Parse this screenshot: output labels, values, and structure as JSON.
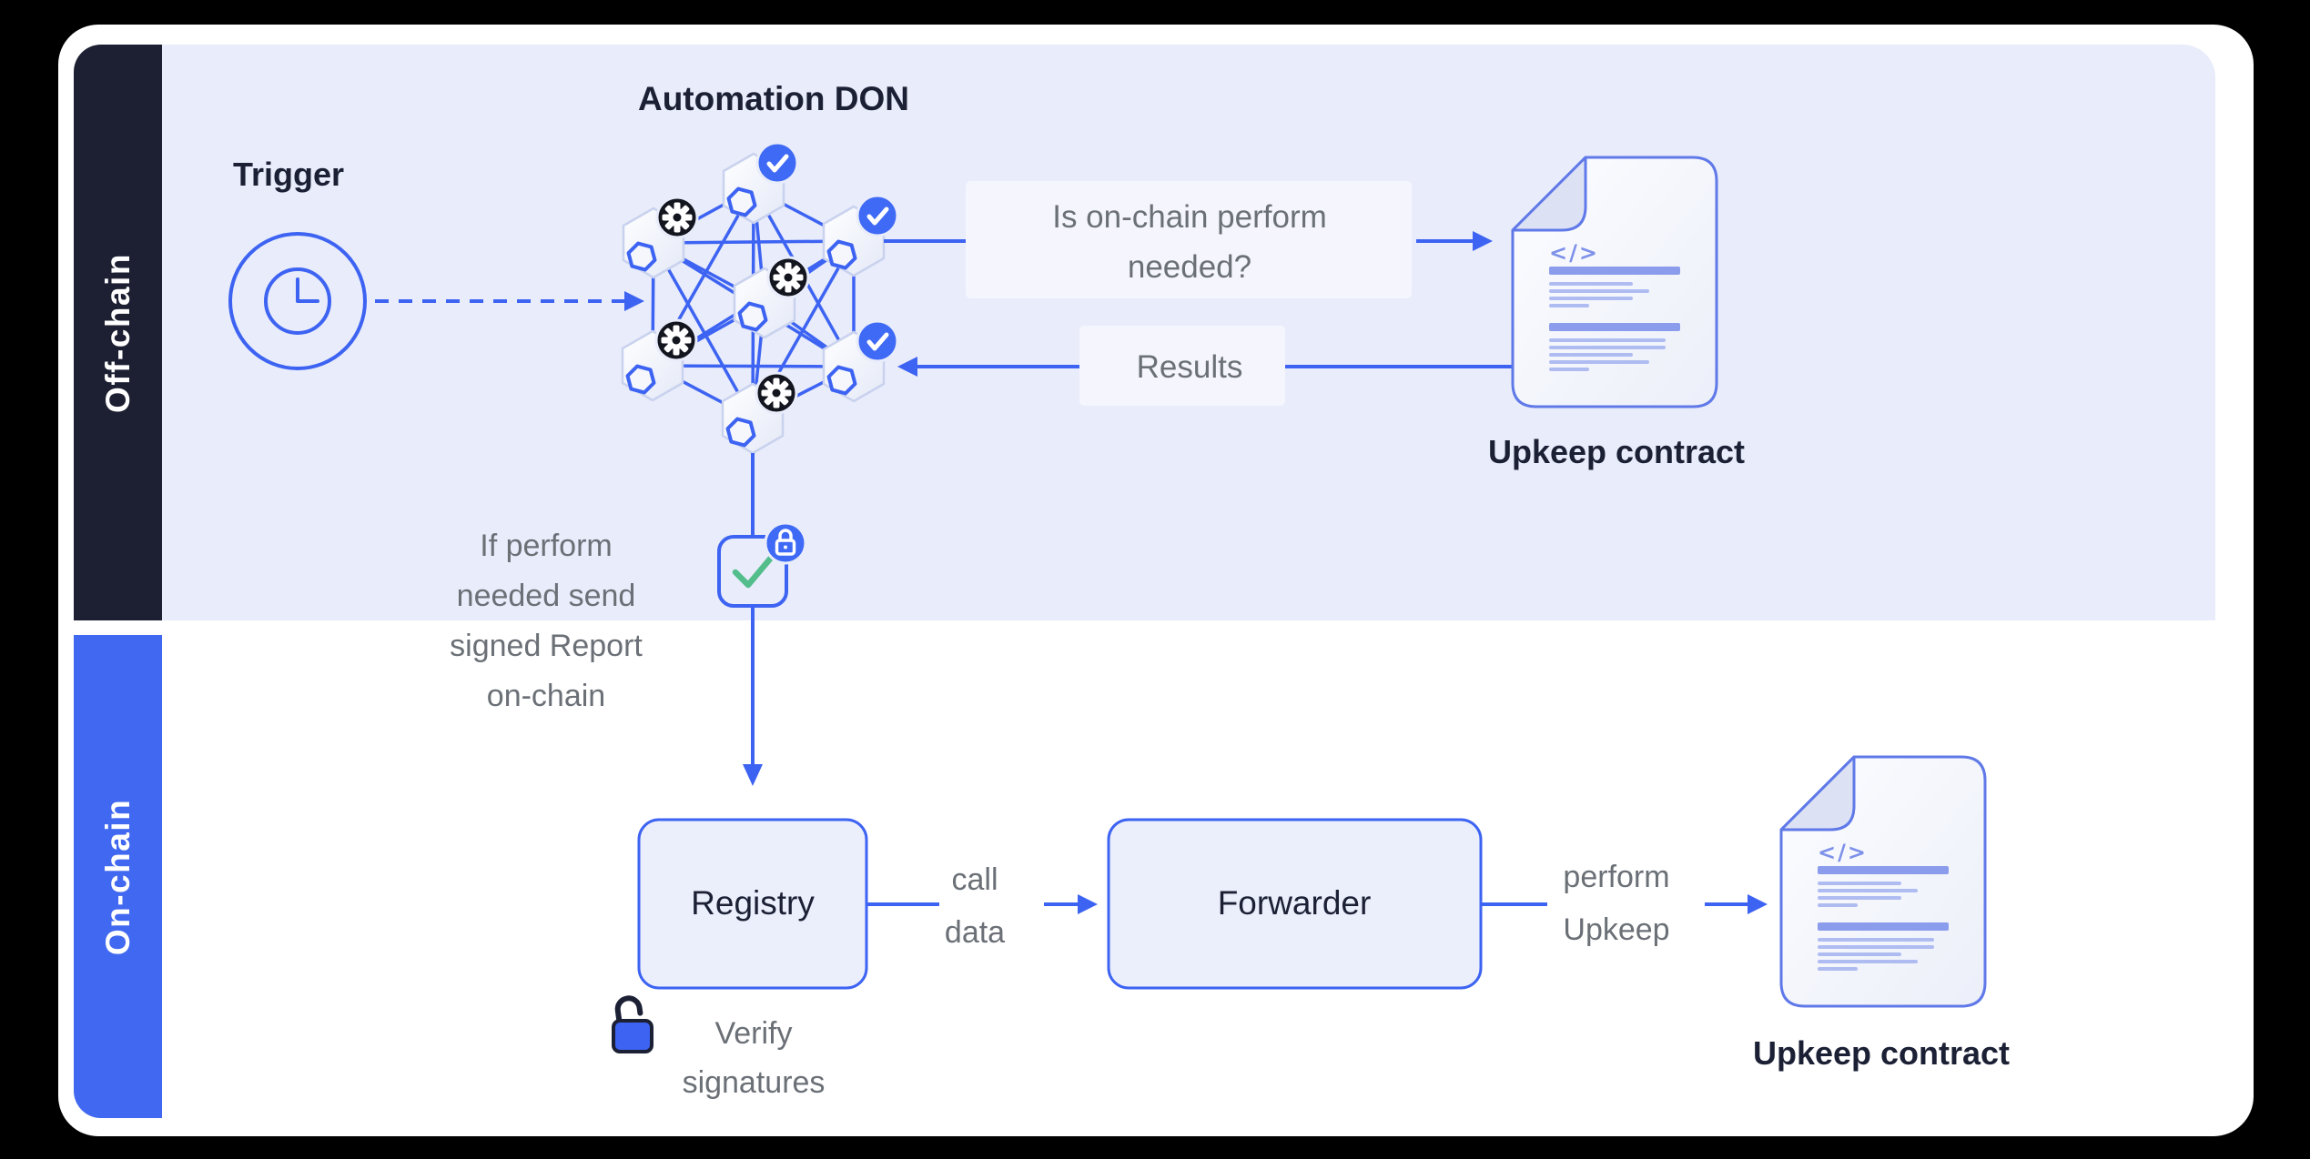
{
  "colors": {
    "background": "#000000",
    "surface": "#FFFFFF",
    "offchain_bg": "#E9ECFA",
    "offchain_sidebar": "#1C2032",
    "onchain_sidebar": "#4168F0",
    "line_blue": "#3D63F2",
    "badge_blue": "#3F6AF5",
    "badge_black": "#14161F",
    "navy_text": "#1B2035",
    "gray_text": "#6B7077",
    "green_check": "#53BE8C",
    "box_fill": "#EBEFFC",
    "doc_border": "#6079E8",
    "doc_bar": "#8B9CEC",
    "doc_line": "#AFBCF1",
    "doc_code": "#7E91E9",
    "hex_stroke": "#C9D2EE"
  },
  "sidebars": {
    "offchain_label": "Off-chain",
    "onchain_label": "On-chain"
  },
  "trigger": {
    "label": "Trigger"
  },
  "don": {
    "title": "Automation DON",
    "nodes": [
      "check",
      "gear",
      "check",
      "gear",
      "gear",
      "check",
      "gear"
    ]
  },
  "messages": {
    "question_lines": [
      "Is on-chain perform",
      "needed?"
    ],
    "results": "Results",
    "report_note_lines": [
      "If perform",
      "needed send",
      "signed Report",
      "on-chain"
    ],
    "call_data_lines": [
      "call",
      "data"
    ],
    "perform_upkeep_lines": [
      "perform",
      "Upkeep"
    ],
    "verify_lines": [
      "Verify",
      "signatures"
    ]
  },
  "nodes": {
    "registry": "Registry",
    "forwarder": "Forwarder"
  },
  "contracts": {
    "top": "Upkeep contract",
    "bottom": "Upkeep contract",
    "code_glyph": "</>"
  }
}
